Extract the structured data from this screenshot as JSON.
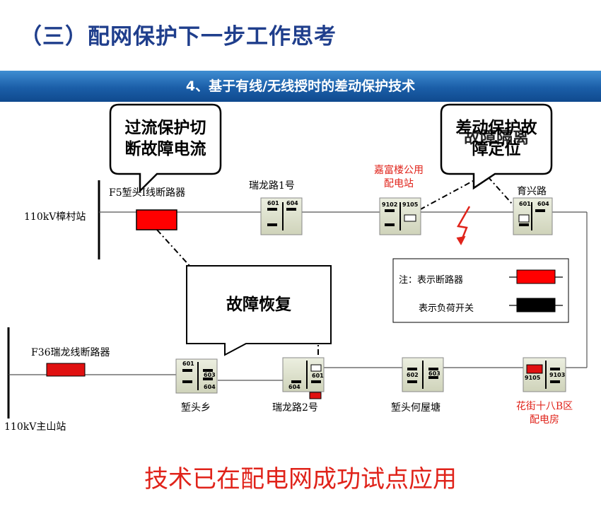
{
  "page_title": "（三）配网保护下一步工作思考",
  "section_bar": "4、基于有线/无线授时的差动保护技术",
  "callouts": {
    "overcurrent_line1": "过流保护切",
    "overcurrent_line2": "断故障电流",
    "differential_line1": "差动保护故",
    "differential_line2": "障定位",
    "differential_overlap": "故障隔离",
    "restore": "故障恢复"
  },
  "stations": {
    "top_source": "110kV樟村站",
    "bottom_source": "110kV主山站"
  },
  "breakers": {
    "top_breaker": "F5堑头I线断路器",
    "bottom_breaker": "F36瑞龙线断路器"
  },
  "substations": {
    "ruilong1": {
      "name": "瑞龙路1号",
      "codes": [
        "601",
        "604"
      ]
    },
    "jiafulou": {
      "name_line1": "嘉富楼公用",
      "name_line2": "配电站",
      "codes": [
        "9102",
        "9105"
      ]
    },
    "yuxing": {
      "name": "育兴路",
      "codes": [
        "601",
        "604"
      ]
    },
    "qiantouxiang": {
      "name": "堑头乡",
      "codes": [
        "601",
        "603",
        "604"
      ]
    },
    "ruilong2": {
      "name": "瑞龙路2号",
      "codes": [
        "604",
        "601"
      ]
    },
    "qiantouhewutang": {
      "name": "堑头何屋塘",
      "codes": [
        "602",
        "603"
      ]
    },
    "huajie18b": {
      "name_line1": "花街十八B区",
      "name_line2": "配电房",
      "codes": [
        "9105",
        "9103"
      ]
    }
  },
  "legend": {
    "breaker_label": "注：表示断路器",
    "load_switch_label": "表示负荷开关",
    "breaker_color": "#ff0000",
    "load_switch_color": "#000000"
  },
  "conclusion": "技术已在配电网成功试点应用",
  "colors": {
    "title": "#1f3e8c",
    "highlight_red": "#e0231a",
    "bar": "#1b5ea8",
    "substation_fill": "#dcdfc9"
  }
}
